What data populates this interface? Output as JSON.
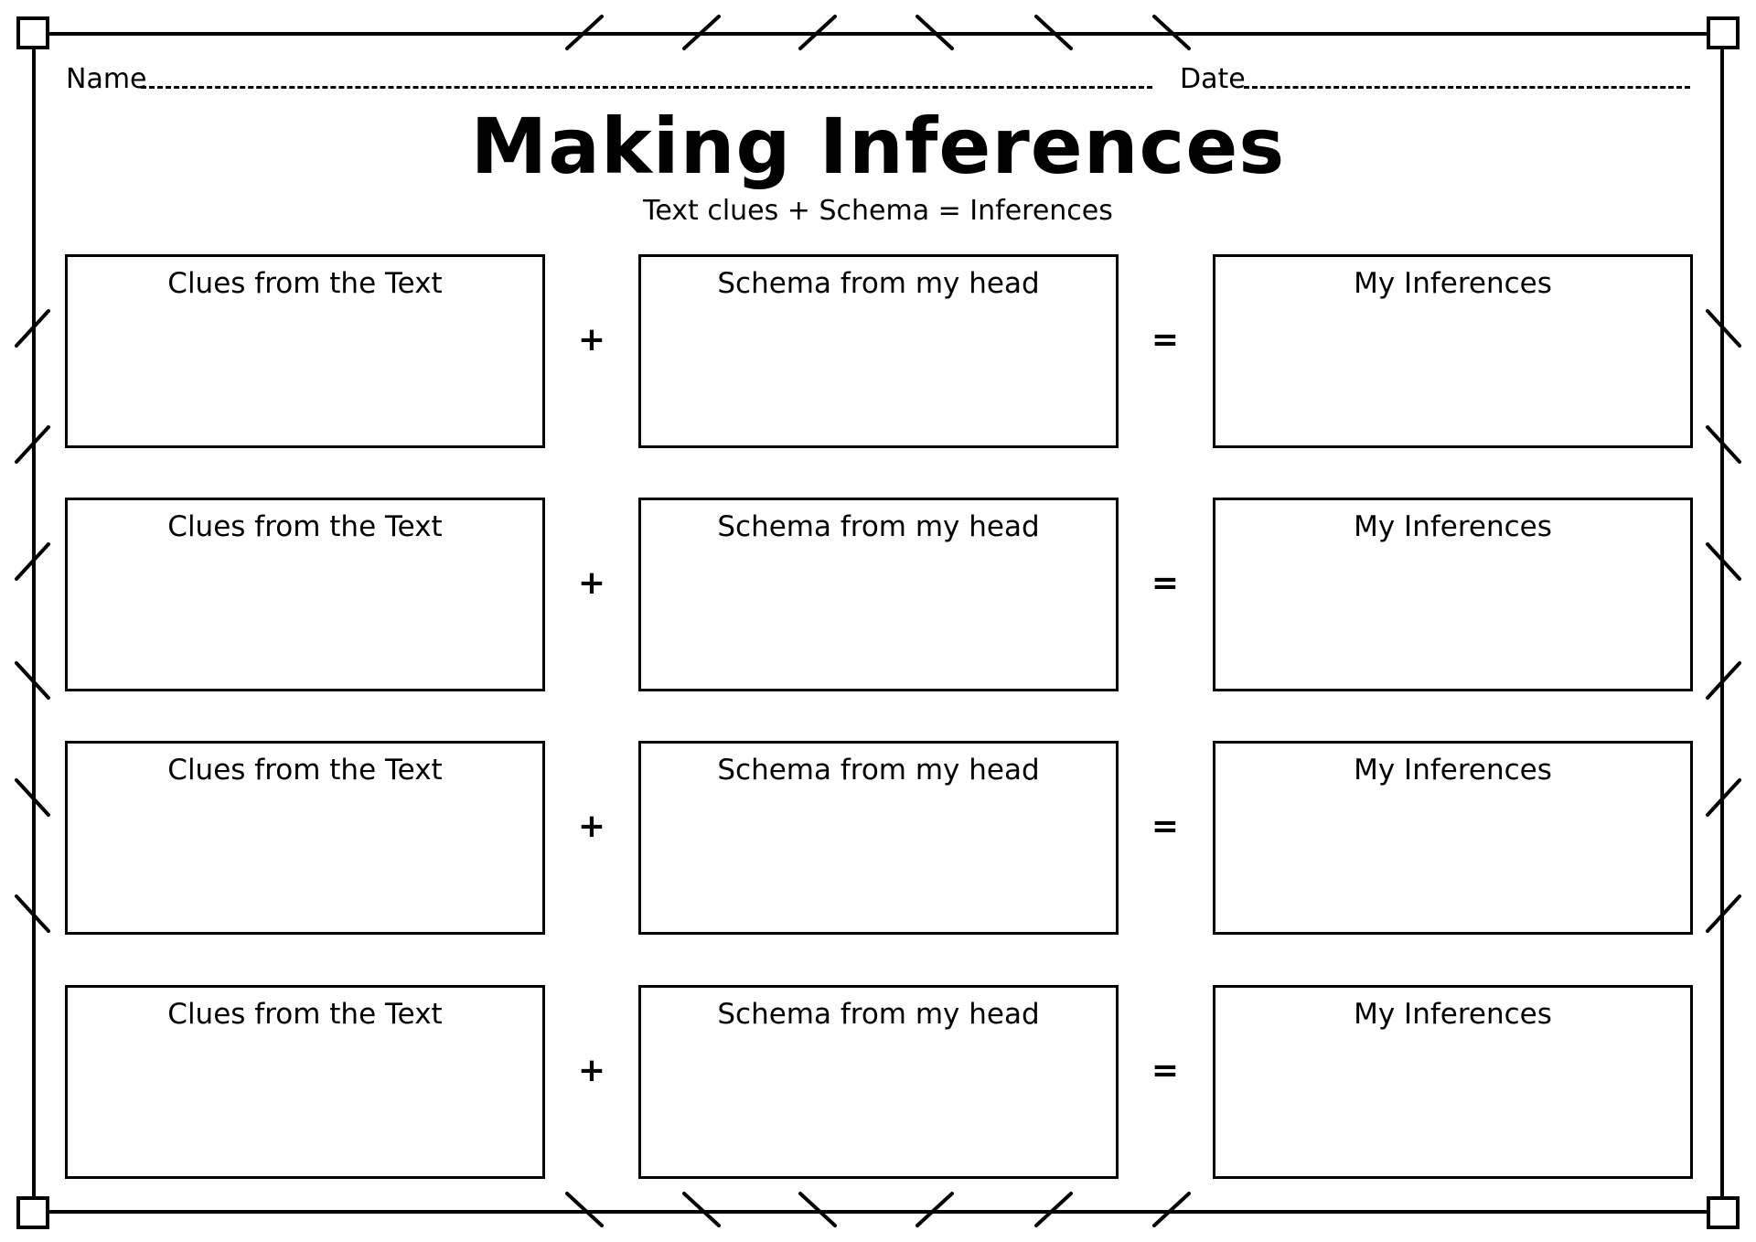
{
  "header": {
    "name_label": "Name",
    "date_label": "Date"
  },
  "title": "Making Inferences",
  "subtitle": "Text clues + Schema = Inferences",
  "rows": [
    {
      "clues_label": "Clues from the Text",
      "schema_label": "Schema from my head",
      "inference_label": "My Inferences",
      "plus": "+",
      "equals": "="
    },
    {
      "clues_label": "Clues from the Text",
      "schema_label": "Schema from my head",
      "inference_label": "My Inferences",
      "plus": "+",
      "equals": "="
    },
    {
      "clues_label": "Clues from the Text",
      "schema_label": "Schema from my head",
      "inference_label": "My Inferences",
      "plus": "+",
      "equals": "="
    },
    {
      "clues_label": "Clues from the Text",
      "schema_label": "Schema from my head",
      "inference_label": "My Inferences",
      "plus": "+",
      "equals": "="
    }
  ],
  "colors": {
    "ink": "#000000",
    "paper": "#ffffff"
  }
}
